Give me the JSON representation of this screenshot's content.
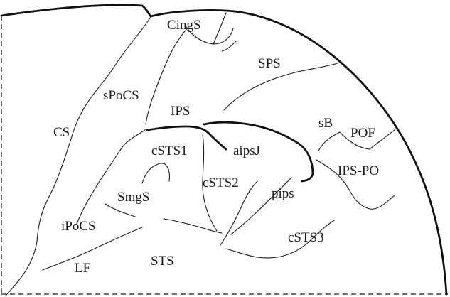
{
  "diagram": {
    "labels": {
      "cings": "CingS",
      "sps": "SPS",
      "spocs": "sPoCS",
      "cs": "CS",
      "ips": "IPS",
      "sb": "sB",
      "pof": "POF",
      "csts1": "cSTS1",
      "aipsj": "aipsJ",
      "ips_po": "IPS-PO",
      "csts2": "cSTS2",
      "smgs": "SmgS",
      "pips": "pips",
      "ipocs": "iPoCS",
      "csts3": "cSTS3",
      "lf": "LF",
      "sts": "STS"
    }
  }
}
